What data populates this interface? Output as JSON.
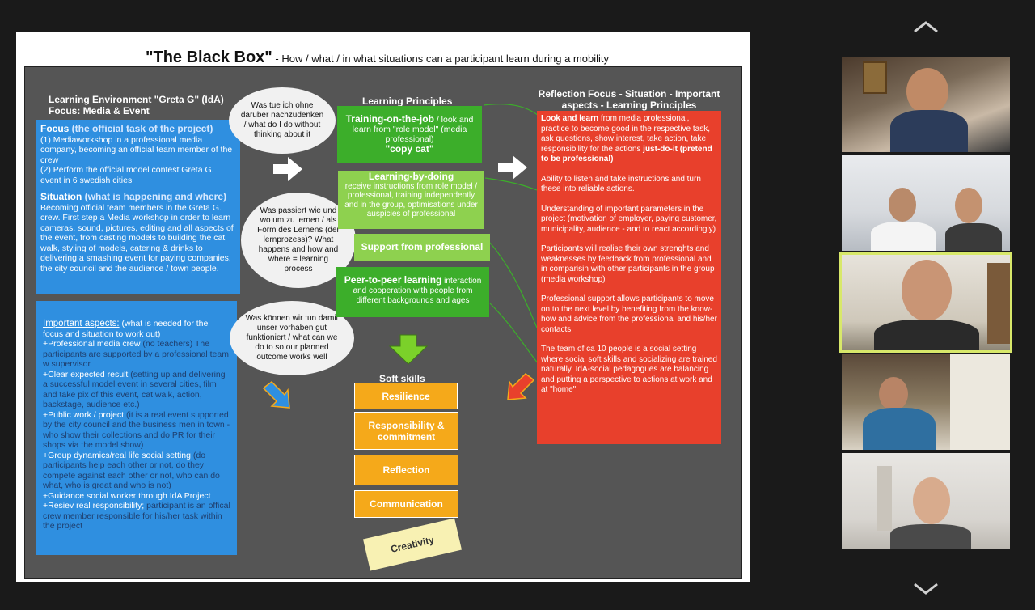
{
  "slide": {
    "title_main": "\"The Black Box\"",
    "title_rest": " - How / what / in what situations can a participant learn during a mobility"
  },
  "left": {
    "header": "Learning Environment \"Greta G\" (IdA)\nFocus: Media & Event",
    "focus_title": "Focus",
    "focus_sub": " (the official task of the project)",
    "focus_items": [
      "(1)   Mediaworkshop in a professional media company, becoming an official team member of the crew",
      "(2)   Perform the official model contest Greta G. event in 6 swedish cities"
    ],
    "situation_title": "Situation",
    "situation_sub": " (what is happening and where)",
    "situation_text": "Becoming official team members in the Greta G. crew. First step a Media workshop in order to learn cameras, sound, pictures, editing and all aspects of the event, from casting models to building the cat walk, styling of models, catering & drinks to delivering a smashing event for paying companies, the city council and the audience / town people.",
    "aspects_title": "Important aspects:",
    "aspects_sub": " (what is needed for the focus and situation to work out)",
    "aspects": [
      {
        "head": "+Professional media crew",
        "rest": " (no teachers) The participants are supported by a professional team w supervisor"
      },
      {
        "head": "+Clear expected result",
        "rest": " (setting up and delivering a successful model event in several cities, film and take pix of this event, cat walk, action, backstage, audience etc.)"
      },
      {
        "head": "+Public work / project",
        "rest": " (it is a real event supported by the city council and the business men in town - who show their collections and do PR for their shops via the model show)"
      },
      {
        "head": "+Group dynamics/real life social setting",
        "rest": " (do participants help each other or not, do they compete against each other or not, who can do what, who is great and who is not)"
      },
      {
        "head": "+Guidance social worker through IdA Project",
        "rest": ""
      },
      {
        "head": "+Resiev real responsibility;",
        "rest": " participant is an offical crew member responsible for his/her task within the project"
      }
    ]
  },
  "bubbles": [
    "Was tue ich ohne darüber nachzudenken / what do I do without thinking about it",
    "Was passiert wie und wo um zu lernen / als Form des Lernens (der lernprozess)? What happens and how and where = learning process",
    "Was können wir tun damit unser vorhaben gut funktioniert / what can we do to so our planned outcome works well"
  ],
  "principles": {
    "header": "Learning Principles",
    "boxes": [
      {
        "title": "Training-on-the-job",
        "text": " / look and learn from \"role model\" (media professional)",
        "extra": "\"copy cat\""
      },
      {
        "title": "Learning-by-doing",
        "text": "receive instructions from  role model / professional, training independently and in the group, optimisations under auspicies of professional",
        "extra": ""
      },
      {
        "title": "Support from professional",
        "text": "",
        "extra": ""
      },
      {
        "title": "Peer-to-peer learning",
        "text": " interaction and cooperation with people from different backgrounds and ages",
        "extra": ""
      }
    ]
  },
  "soft_skills": {
    "header": "Soft skills",
    "items": [
      "Resilience",
      "Responsibility & commitment",
      "Reflection",
      "Communication"
    ],
    "note": "Creativity"
  },
  "reflection": {
    "header": "Reflection Focus - Situation - Important aspects - Learning Principles",
    "p1_bold": "Look and learn",
    "p1_rest": " from media professional, practice to become good in the respective task, ask questions, show interest, take action, take responsibility for the actions ",
    "p1_bold2": "just-do-it (pretend to be professional)",
    "paragraphs": [
      "Ability to listen and take instructions and turn these into reliable actions.",
      "Understanding of important parameters in the project (motivation of employer, paying customer, municipality, audience - and to react accordingly)",
      "Participants will realise their own strenghts and weaknesses by feedback from professional and in comparisin with other participants in the group (media workshop)",
      "Professional support allows participants to move on to the next level by benefiting from the know-how and advice from the professional and his/her contacts",
      "The team of ca 10 people is a social setting where social soft skills and socializing are trained naturally. IdA-social pedagogues are balancing and putting a perspective to actions at work and at \"home\""
    ]
  },
  "colors": {
    "blue": "#2f8fe0",
    "green_dark": "#3cae2a",
    "green_light": "#8ed14f",
    "orange": "#f5a91a",
    "red": "#e8402c",
    "active_speaker_border": "#d8e86a"
  },
  "icons": {
    "scroll_up": "chevron-up-icon",
    "scroll_down": "chevron-down-icon"
  }
}
